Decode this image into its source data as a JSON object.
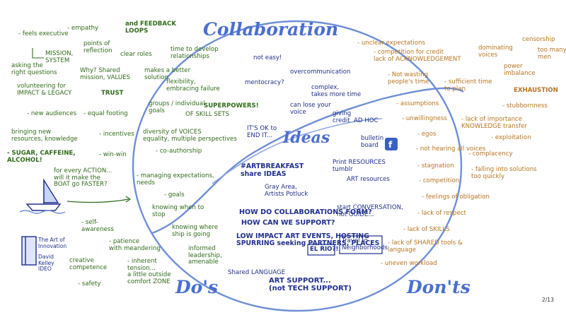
{
  "headings": {
    "collaboration": "Collaboration",
    "ideas": "Ideas",
    "dos": "Do's",
    "donts": "Don'ts"
  },
  "dos_notes": [
    "- feels executive",
    "- empathy",
    "and FEEDBACK\nLOOPS",
    "points of\nreflection",
    "MISSION,\nSYSTEM",
    "clear roles",
    "asking the\nright questions",
    "Why? Shared\nmission, VALUES",
    "time to develop\nrelationships",
    "makes a better\nsolution",
    "volunteering for\nIMPACT & LEGACY",
    "TRUST",
    "flexibility,\nembracing failure",
    "- new audiences",
    "- equal footing",
    "groups / individual\ngoals",
    "bringing new\nresources, knowledge",
    "- incentives",
    "diversity of VOICES\nequality, multiple perspectives",
    "- SUGAR, CAFFEINE,\nALCOHOL!",
    "- win-win",
    "- co-authorship",
    "for every ACTION...\nwill it make the\nBOAT go FASTER?",
    "- managing expectations,\nneeds",
    "- goals",
    "knowing when to\nstop",
    "- self-\nawareness",
    "knowing where\nship is going",
    "- patience\nwith meandering",
    "creative\ncompetence",
    "- inherent\ntension...\na little outside\ncomfort ZONE",
    "informed\nleadership,\namenable",
    "- safety"
  ],
  "book": {
    "title": "The Art of\nInnovation",
    "author": "David\nKelley\nIDEO"
  },
  "center_notes": [
    "not easy!",
    "overcommunication",
    "mentocracy?",
    "complex,\ntakes more time",
    "SUPERPOWERS!",
    "OF SKILL SETS",
    "can lose your\nvoice",
    "giving\ncredit  AD HOC",
    "IT'S OK to\nEND IT...",
    "bulletin\nboard",
    "#ARTBREAKFAST\nshare IDEAS",
    "Print RESOURCES\ntumblr",
    "ART resources",
    "Gray Area,\nArtists Potluck",
    "HOW DO COLLABORATIONS FORM?",
    "HOW CAN WE SUPPORT?",
    "start CONVERSATION,\nnot GUIDE...",
    "LOW IMPACT ART EVENTS, HOSTING\nSPURRING seeking PARTNERS, PLACES",
    "EL RIO?!",
    "Travel to\nNeighborhoods",
    "Shared LANGUAGE",
    "ART SUPPORT...\n(not TECH SUPPORT)"
  ],
  "donts_notes": [
    "- unclear expectations",
    "- competition for credit\nlack of ACKNOWLEDGEMENT",
    "dominating\nvoices",
    "censorship",
    "too many\nmen",
    "power\nimbalance",
    "- Not wasting\npeople's time",
    "- sufficient time\nto plan",
    "EXHAUSTION",
    "- assumptions",
    "- stubbornness",
    "- unwillingness",
    "- lack of importance\nKNOWLEDGE transfer",
    "- egos",
    "- exploitation",
    "- not hearing all voices",
    "- complacency",
    "- stagnation",
    "- falling into solutions\ntoo quickly",
    "- competition",
    "- feelings of obligation",
    "- lack of respect",
    "- lack of SKILLS",
    "- lack of SHARED tools &\nlanguage",
    "- uneven workload"
  ],
  "page_number": "2/13",
  "icons": [
    "sailboat-icon",
    "book-icon",
    "facebook-icon"
  ],
  "colors": {
    "dos_green": "#2f6b1a",
    "donts_orange": "#b8741f",
    "center_navy": "#1f2f8c",
    "heading_blue": "#4a6fd1",
    "circle_blue": "#6e8fd6"
  }
}
